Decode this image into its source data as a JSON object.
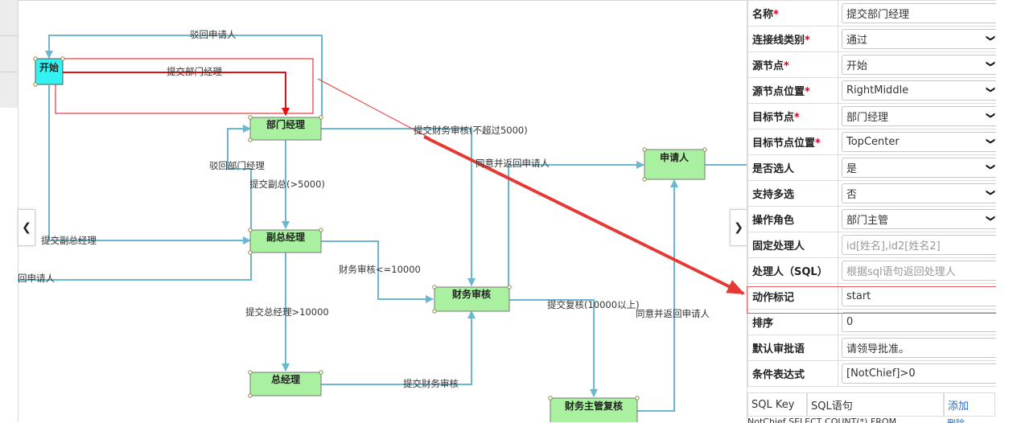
{
  "diagram": {
    "nodes": {
      "start": "开始",
      "dept_manager": "部门经理",
      "vice_manager": "副总经理",
      "general_manager": "总经理",
      "finance_review": "财务审核",
      "finance_supervisor": "财务主管复核",
      "applicant": "申请人"
    },
    "edge_labels": {
      "reject_top": "驳回申请人",
      "submit_dept": "提交部门经理",
      "submit_finance_5000": "提交财务审核(不超过5000)",
      "agree_return": "同意并返回申请人",
      "reject_dept": "驳回部门经理",
      "submit_vice": "提交副总(>5000)",
      "submit_vice_mgr": "提交副总经理",
      "reject_partial": "回申请人",
      "finance_10000": "财务审核<=10000",
      "submit_gm": "提交总经理>10000",
      "submit_recheck": "提交复核(10000以上)",
      "agree_return2": "同意并返回申请人",
      "submit_finance": "提交财务审核"
    }
  },
  "panel": {
    "rows": [
      {
        "label": "名称",
        "required": "*",
        "value": "提交部门经理",
        "type": "input"
      },
      {
        "label": "连接线类别",
        "required": "*",
        "value": "通过",
        "type": "select"
      },
      {
        "label": "源节点",
        "required": "*",
        "value": "开始",
        "type": "select"
      },
      {
        "label": "源节点位置",
        "required": "*",
        "value": "RightMiddle",
        "type": "select"
      },
      {
        "label": "目标节点",
        "required": "*",
        "value": "部门经理",
        "type": "select"
      },
      {
        "label": "目标节点位置",
        "required": "*",
        "value": "TopCenter",
        "type": "select"
      },
      {
        "label": "是否选人",
        "required": "",
        "value": "是",
        "type": "select"
      },
      {
        "label": "支持多选",
        "required": "",
        "value": "否",
        "type": "select"
      },
      {
        "label": "操作角色",
        "required": "",
        "value": "部门主管",
        "type": "select"
      },
      {
        "label": "固定处理人",
        "required": "",
        "value": "",
        "placeholder": "id[姓名],id2[姓名2]",
        "type": "input"
      },
      {
        "label": "处理人（SQL）",
        "required": "",
        "value": "",
        "placeholder": "根据sql语句返回处理人",
        "type": "input"
      },
      {
        "label": "动作标记",
        "required": "",
        "value": "start",
        "type": "input"
      },
      {
        "label": "排序",
        "required": "",
        "value": "0",
        "type": "input"
      },
      {
        "label": "默认审批语",
        "required": "",
        "value": "请领导批准。",
        "type": "input"
      },
      {
        "label": "条件表达式",
        "required": "",
        "value": "[NotChief]>0",
        "type": "input"
      }
    ],
    "sql_table": {
      "col_key": "SQL Key",
      "col_sql": "SQL语句",
      "add": "添加",
      "cut_row": "NotChief  SELECT COUNT(*) FROM",
      "cut_action": "删除"
    }
  },
  "colors": {
    "node_fill": "#a9f0a0",
    "start_fill": "#33f2f2",
    "edge": "#6ab8d0",
    "selected_edge": "#e01010",
    "annotation": "#e53935"
  },
  "icons": {
    "left_toggle": "chevron-left-icon",
    "right_toggle": "chevron-right-icon",
    "select_arrow": "chevron-down-icon"
  }
}
